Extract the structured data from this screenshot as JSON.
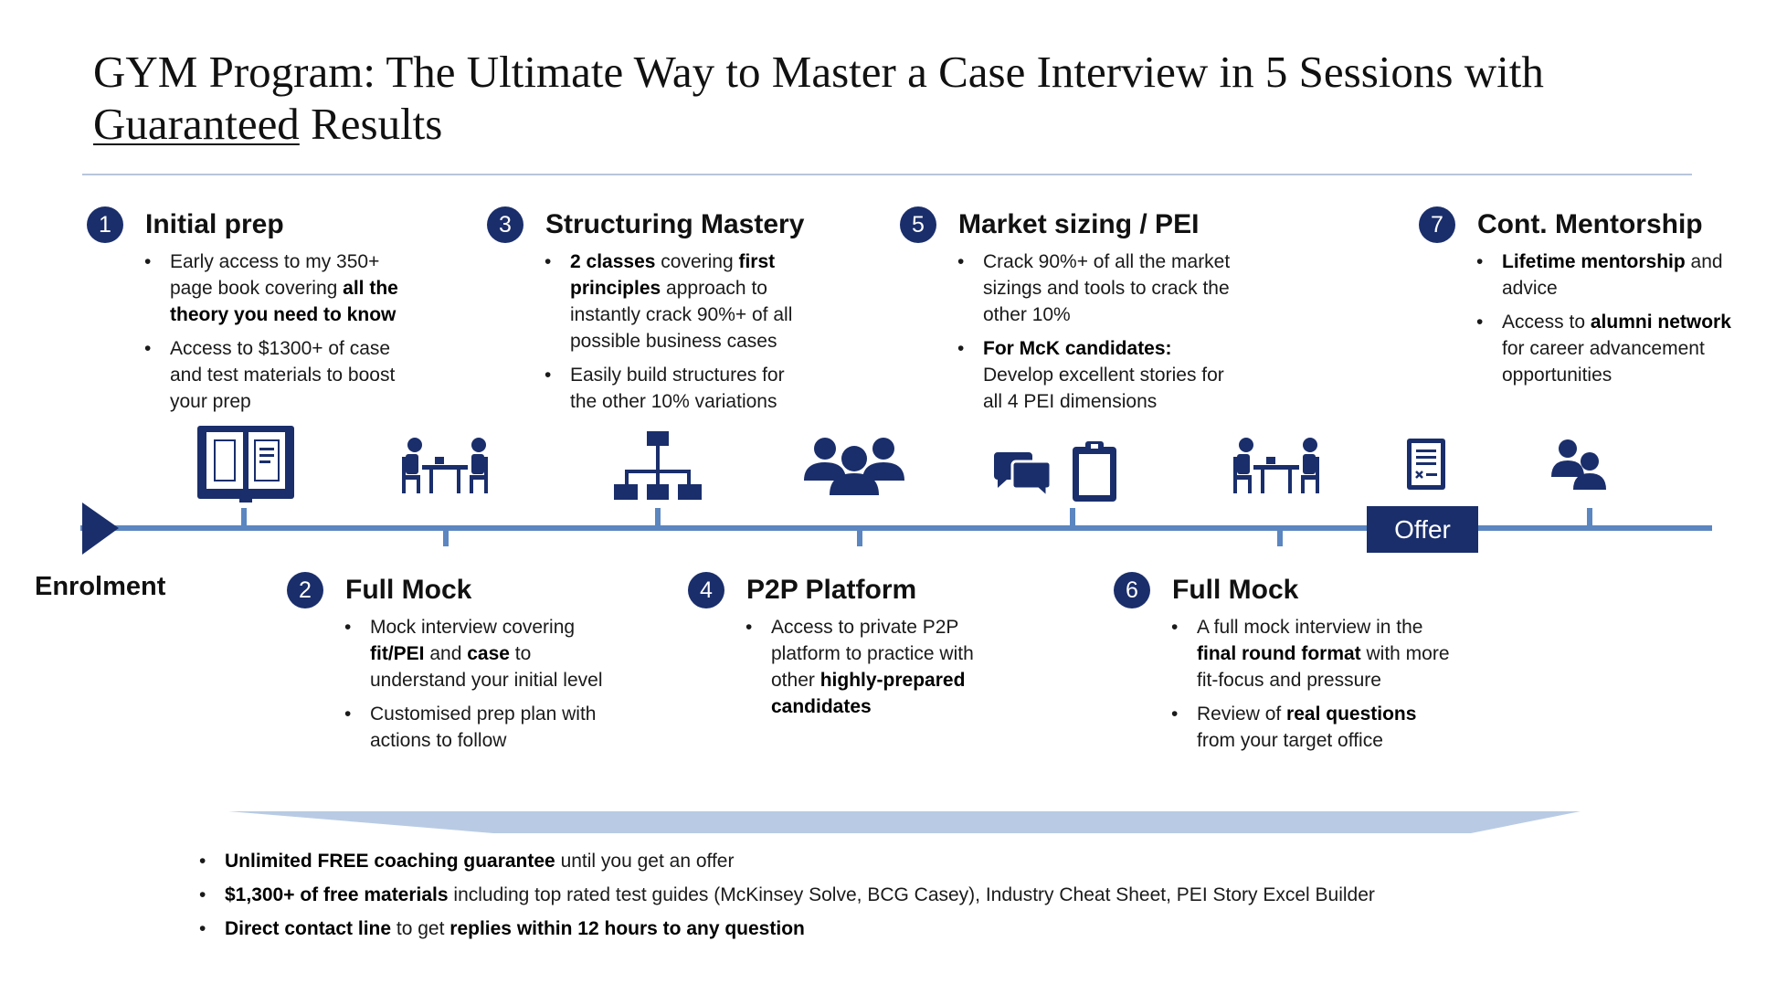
{
  "title": {
    "line1": "GYM Program: The Ultimate Way to Master a Case Interview in 5 Sessions with",
    "underlined": "Guaranteed",
    "rest": " Results"
  },
  "timeline": {
    "start_label": "Enrolment",
    "offer_label": "Offer"
  },
  "steps": [
    {
      "number": "1",
      "title": "Initial prep",
      "icon": "open-book-icon",
      "bullets": [
        [
          {
            "t": "Early access to my 350+ page book covering "
          },
          {
            "t": "all the theory you need to know",
            "b": true
          }
        ],
        [
          {
            "t": "Access to $1300+ of case and test materials to boost your prep"
          }
        ]
      ]
    },
    {
      "number": "2",
      "title": "Full Mock",
      "icon": "interview-table-icon",
      "bullets": [
        [
          {
            "t": "Mock interview covering "
          },
          {
            "t": "fit/PEI",
            "b": true
          },
          {
            "t": " and "
          },
          {
            "t": "case",
            "b": true
          },
          {
            "t": " to understand your initial level"
          }
        ],
        [
          {
            "t": "Customised prep plan with actions to follow"
          }
        ]
      ]
    },
    {
      "number": "3",
      "title": "Structuring Mastery",
      "icon": "org-chart-icon",
      "bullets": [
        [
          {
            "t": "2 classes",
            "b": true
          },
          {
            "t": " covering "
          },
          {
            "t": "first principles",
            "b": true
          },
          {
            "t": " approach to instantly crack 90%+ of all possible business cases"
          }
        ],
        [
          {
            "t": "Easily build structures for the other 10% variations"
          }
        ]
      ]
    },
    {
      "number": "4",
      "title": "P2P Platform",
      "icon": "group-icon",
      "bullets": [
        [
          {
            "t": "Access to private P2P platform to practice with other "
          },
          {
            "t": "highly-prepared candidates",
            "b": true
          }
        ]
      ]
    },
    {
      "number": "5",
      "title": "Market sizing / PEI",
      "icon": "chat-clipboard-icon",
      "bullets": [
        [
          {
            "t": "Crack 90%+ of all the market sizings and tools to crack the other 10%"
          }
        ],
        [
          {
            "t": "For McK candidates:",
            "b": true
          },
          {
            "t": " Develop excellent stories for all 4 PEI dimensions"
          }
        ]
      ]
    },
    {
      "number": "6",
      "title": "Full Mock",
      "icon": "interview-table-icon",
      "bullets": [
        [
          {
            "t": "A full mock interview in the "
          },
          {
            "t": "final round format",
            "b": true
          },
          {
            "t": " with more fit-focus and pressure"
          }
        ],
        [
          {
            "t": "Review of "
          },
          {
            "t": "real questions",
            "b": true
          },
          {
            "t": " from your target office"
          }
        ]
      ]
    },
    {
      "number": "7",
      "title": "Cont. Mentorship",
      "icon": "mentor-icon",
      "bullets": [
        [
          {
            "t": "Lifetime mentorship",
            "b": true
          },
          {
            "t": " and advice"
          }
        ],
        [
          {
            "t": "Access to "
          },
          {
            "t": "alumni network",
            "b": true
          },
          {
            "t": " for career advancement opportunities"
          }
        ]
      ]
    }
  ],
  "offer_icon": "document-icon",
  "benefits": [
    [
      {
        "t": "Unlimited FREE coaching guarantee",
        "b": true
      },
      {
        "t": " until you get an offer"
      }
    ],
    [
      {
        "t": "$1,300+ of free materials",
        "b": true
      },
      {
        "t": " including top rated test guides (McKinsey Solve, BCG Casey), Industry Cheat Sheet, PEI Story Excel Builder"
      }
    ],
    [
      {
        "t": "Direct contact line",
        "b": true
      },
      {
        "t": " to get "
      },
      {
        "t": "replies within 12 hours to any question",
        "b": true
      }
    ]
  ],
  "colors": {
    "navy": "#1a2e6b",
    "timeline_blue": "#5b86c0",
    "funnel_blue": "#b9cbe4",
    "rule": "#b7c6db"
  }
}
